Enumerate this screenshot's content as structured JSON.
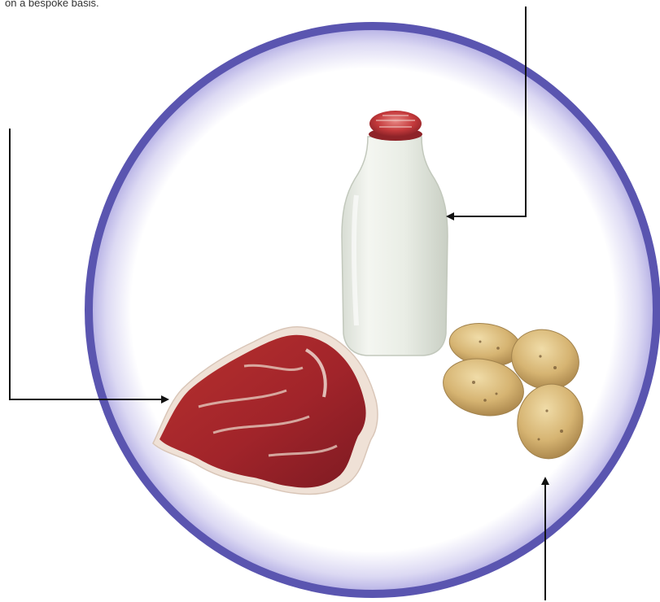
{
  "caption": {
    "text": "on a bespoke basis."
  },
  "plate": {
    "ring_color": "#5a55b0",
    "glow_color": "#c9c5ec",
    "fill_color": "#ffffff"
  },
  "items": [
    {
      "name": "milk bottle",
      "cap_color": "#c33a3a",
      "body_color": "#eef1ea"
    },
    {
      "name": "steak",
      "color": "#a8252a",
      "fat_color": "#efe1d6"
    },
    {
      "name": "potatoes",
      "color": "#d7b77a",
      "count": 4
    }
  ],
  "arrows": {
    "color": "#111111",
    "count": 3
  }
}
